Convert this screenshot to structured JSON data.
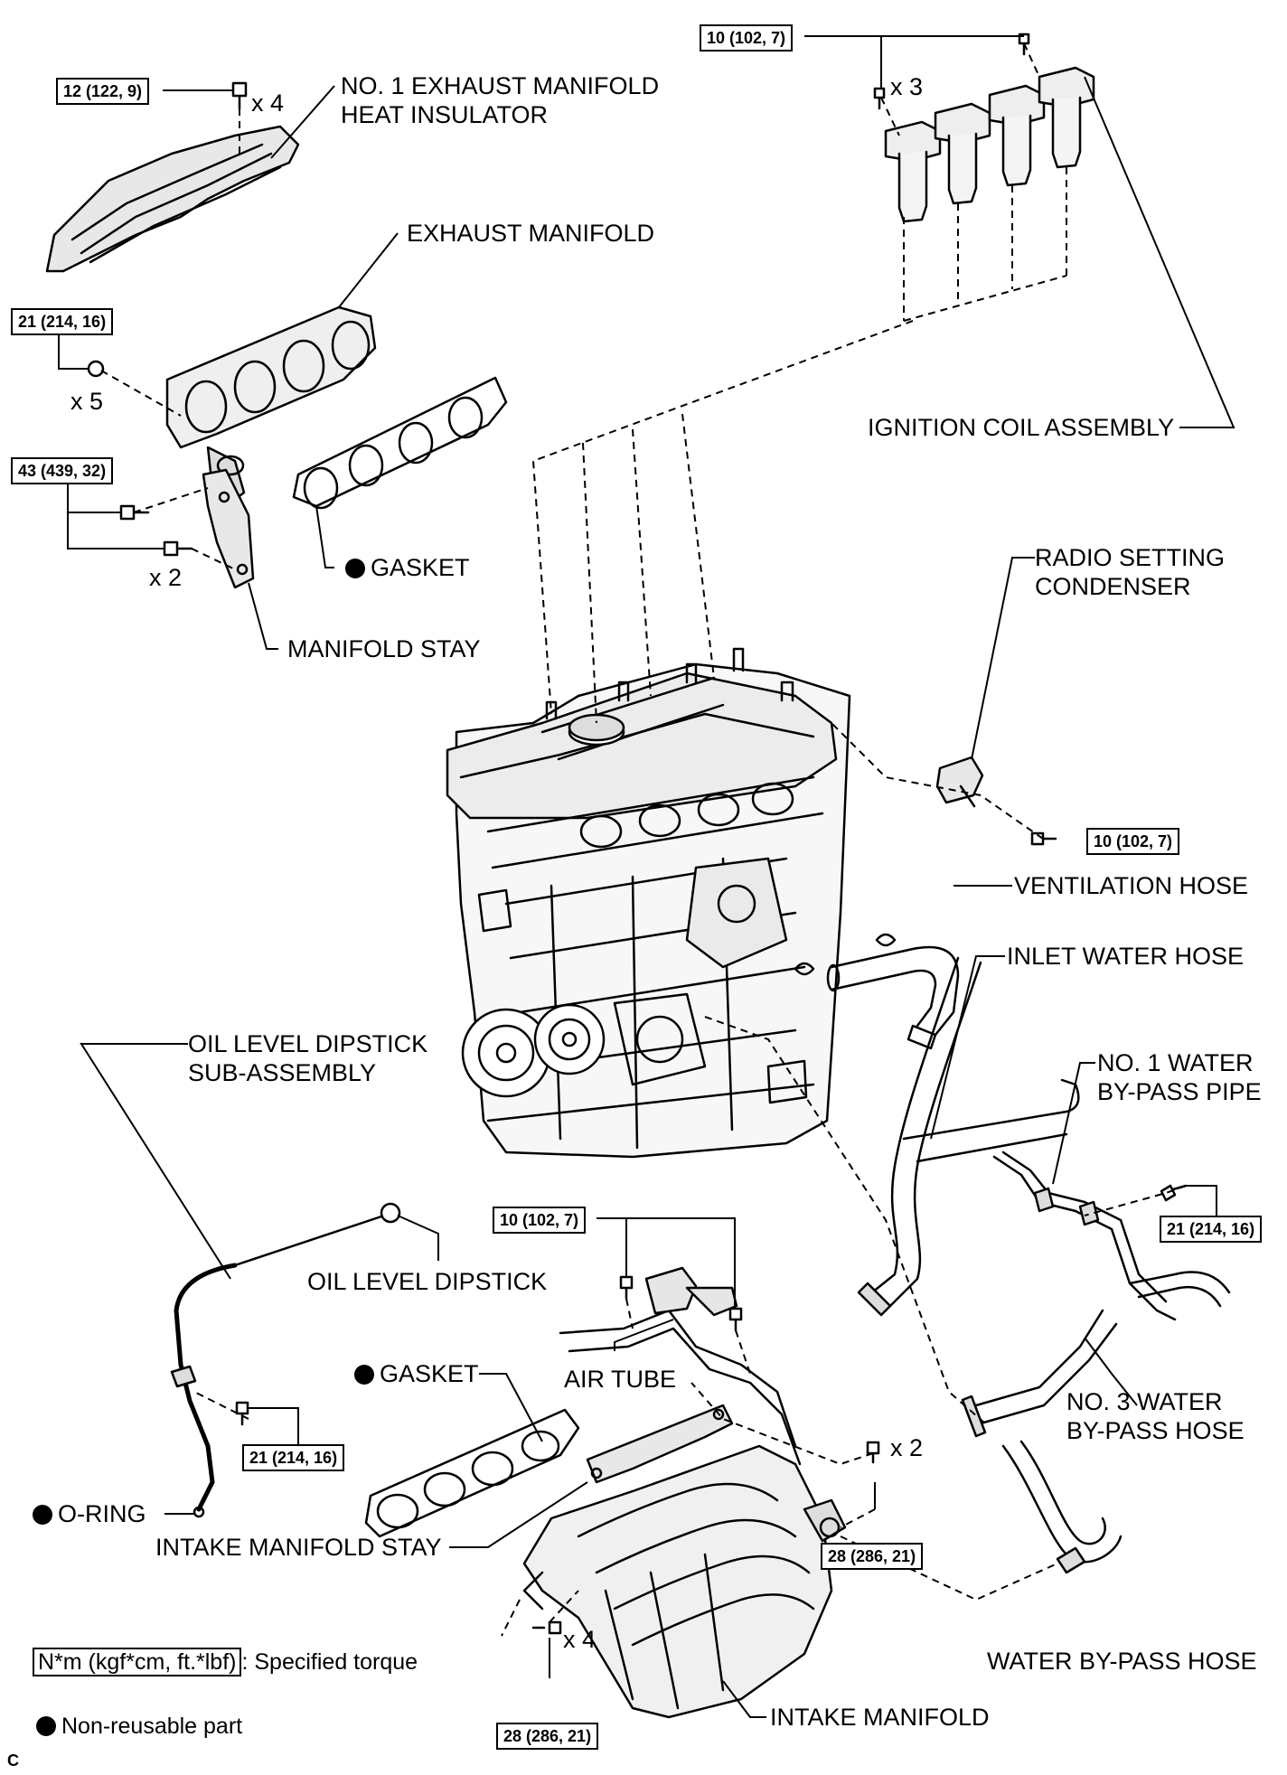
{
  "torque": {
    "t_coil": "10 (102, 7)",
    "t_insulator": "12 (122, 9)",
    "t_manifold_nut": "21 (214, 16)",
    "t_stay": "43 (439, 32)",
    "t_condenser": "10 (102, 7)",
    "t_bypass_pipe": "21 (214, 16)",
    "t_air_tube": "10 (102, 7)",
    "t_dipstick": "21 (214, 16)",
    "t_intake_stay": "28 (286, 21)",
    "t_intake": "28 (286, 21)"
  },
  "qty": {
    "q_insulator": "x 4",
    "q_coil": "x 3",
    "q_manifold_nut": "x 5",
    "q_stay": "x 2",
    "q_intake_stay": "x 2",
    "q_intake": "x 4"
  },
  "labels": {
    "exhaust_insulator": "NO. 1 EXHAUST MANIFOLD",
    "exhaust_insulator_2": "HEAT INSULATOR",
    "exhaust_manifold": "EXHAUST MANIFOLD",
    "gasket_exhaust": "GASKET",
    "manifold_stay": "MANIFOLD STAY",
    "ignition_coil": "IGNITION COIL ASSEMBLY",
    "radio_condenser": "RADIO SETTING",
    "radio_condenser_2": "CONDENSER",
    "ventilation_hose": "VENTILATION HOSE",
    "inlet_water_hose": "INLET WATER HOSE",
    "bypass_pipe": "NO. 1 WATER",
    "bypass_pipe_2": "BY-PASS PIPE",
    "dipstick_sub": "OIL LEVEL DIPSTICK",
    "dipstick_sub_2": "SUB-ASSEMBLY",
    "dipstick": "OIL LEVEL DIPSTICK",
    "air_tube": "AIR TUBE",
    "gasket_intake": "GASKET",
    "no3_hose": "NO. 3 WATER",
    "no3_hose_2": "BY-PASS HOSE",
    "o_ring": "O-RING",
    "intake_stay": "INTAKE MANIFOLD STAY",
    "water_bypass_hose": "WATER BY-PASS HOSE",
    "intake_manifold": "INTAKE MANIFOLD"
  },
  "legend": {
    "torque_unit": "N*m (kgf*cm, ft.*lbf)",
    "torque_text": ": Specified torque",
    "nonreusable": "Non-reusable part"
  },
  "corner_code": "C"
}
